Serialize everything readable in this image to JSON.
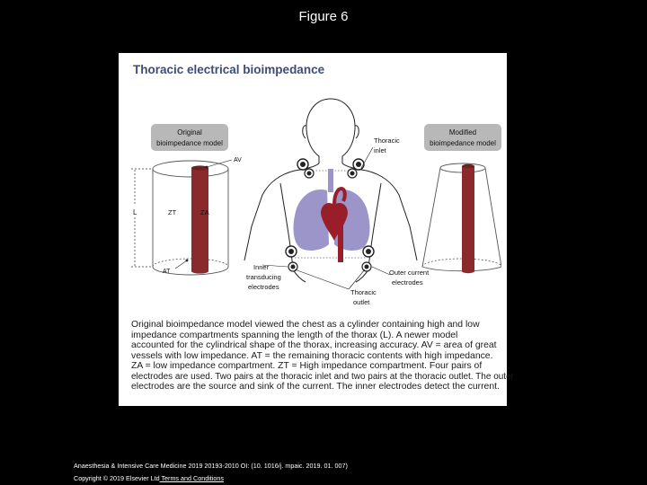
{
  "slide": {
    "title": "Figure 6"
  },
  "figure": {
    "heading": "Thoracic electrical bioimpedance",
    "original_model": {
      "line1": "Original",
      "line2": "bioimpedance model"
    },
    "modified_model": {
      "line1": "Modified",
      "line2": "bioimpedance model"
    },
    "labels": {
      "L": "L",
      "ZT": "ZT",
      "ZA": "ZA",
      "AV": "AV",
      "AT": "AT",
      "thoracic_inlet_1": "Thoracic",
      "thoracic_inlet_2": "inlet",
      "inner_electrodes_1": "Inner",
      "inner_electrodes_2": "transducing",
      "inner_electrodes_3": "electrodes",
      "outer_electrodes_1": "Outer current",
      "outer_electrodes_2": "electrodes",
      "thoracic_outlet_1": "Thoracic",
      "thoracic_outlet_2": "outlet"
    },
    "caption_lines": [
      "Original bioimpedance model viewed the chest as a cylinder containing high and low",
      "impedance compartments spanning the length of the thorax (L). A newer model",
      "accounted for the cylindrical shape of the thorax, increasing accuracy. AV = area of great",
      "vessels with low impedance. AT = the remaining thoracic contents with high impedance.",
      "ZA = low impedance compartment. ZT = High impedance compartment. Four pairs of",
      "electrodes are used. Two pairs at the thoracic inlet and two pairs at the thoracic outlet. The outer",
      "electrodes are the source and sink of the current. The inner electrodes detect the current."
    ],
    "colors": {
      "cylinder_red": "#8b2a2a",
      "lung_purple": "#9b95c9",
      "heart_red": "#9a1e2a",
      "label_box": "#b8b8b8",
      "heading_blue": "#3d4d7a"
    }
  },
  "footer": {
    "citation": "Anaesthesia & Intensive Care Medicine 2019 20193-2010 OI: (10. 1016/j. mpaic. 2019. 01. 007)",
    "copyright": "Copyright © 2019 Elsevier Ltd",
    "terms_link": " Terms and Conditions"
  }
}
